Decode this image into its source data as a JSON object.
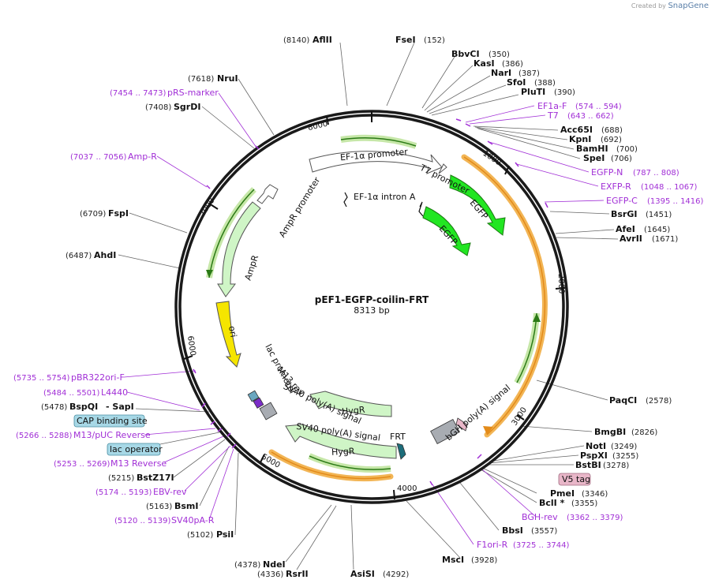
{
  "credit": {
    "prefix": "Created by",
    "brand": "SnapGene"
  },
  "map": {
    "name": "pEF1-EGFP-coilin-FRT",
    "size": "8313 bp"
  },
  "ticks": [
    "1000",
    "2000",
    "3000",
    "4000",
    "5000",
    "6000",
    "7000",
    "8000"
  ],
  "sites": [
    {
      "name": "AflII",
      "pos": "(8140)"
    },
    {
      "name": "FseI",
      "pos": "(152)"
    },
    {
      "name": "BbvCI",
      "pos": "(350)"
    },
    {
      "name": "KasI",
      "pos": "(386)"
    },
    {
      "name": "NarI",
      "pos": "(387)"
    },
    {
      "name": "SfoI",
      "pos": "(388)"
    },
    {
      "name": "PluTI",
      "pos": "(390)"
    },
    {
      "name": "Acc65I",
      "pos": "(688)"
    },
    {
      "name": "KpnI",
      "pos": "(692)"
    },
    {
      "name": "BamHI",
      "pos": "(700)"
    },
    {
      "name": "SpeI",
      "pos": "(706)"
    },
    {
      "name": "BsrGI",
      "pos": "(1451)"
    },
    {
      "name": "AfeI",
      "pos": "(1645)"
    },
    {
      "name": "AvrII",
      "pos": "(1671)"
    },
    {
      "name": "PaqCI",
      "pos": "(2578)"
    },
    {
      "name": "BmgBI",
      "pos": "(2826)"
    },
    {
      "name": "NotI",
      "pos": "(3249)"
    },
    {
      "name": "PspXI",
      "pos": "(3255)"
    },
    {
      "name": "BstBI",
      "pos": "(3278)"
    },
    {
      "name": "PmeI",
      "pos": "(3346)"
    },
    {
      "name": "BclI *",
      "pos": "(3355)"
    },
    {
      "name": "BbsI",
      "pos": "(3557)"
    },
    {
      "name": "MscI",
      "pos": "(3928)"
    },
    {
      "name": "AsiSI",
      "pos": "(4292)"
    },
    {
      "name": "RsrII",
      "pos": "(4336)"
    },
    {
      "name": "NdeI",
      "pos": "(4378)"
    },
    {
      "name": "PsiI",
      "pos": "(5102)"
    },
    {
      "name": "BsmI",
      "pos": "(5163)"
    },
    {
      "name": "BstZ17I",
      "pos": "(5215)"
    },
    {
      "name": "BspQI",
      "pos": "(5478)"
    },
    {
      "name": "- SapI",
      "pos": ""
    },
    {
      "name": "AhdI",
      "pos": "(6487)"
    },
    {
      "name": "FspI",
      "pos": "(6709)"
    },
    {
      "name": "SgrDI",
      "pos": "(7408)"
    },
    {
      "name": "NruI",
      "pos": "(7618)"
    }
  ],
  "primers": [
    {
      "name": "EF1a-F",
      "range": "(574 .. 594)"
    },
    {
      "name": "T7",
      "range": "(643 .. 662)"
    },
    {
      "name": "EGFP-N",
      "range": "(787 .. 808)"
    },
    {
      "name": "EXFP-R",
      "range": "(1048 .. 1067)"
    },
    {
      "name": "EGFP-C",
      "range": "(1395 .. 1416)"
    },
    {
      "name": "BGH-rev",
      "range": "(3362 .. 3379)"
    },
    {
      "name": "F1ori-R",
      "range": "(3725 .. 3744)"
    },
    {
      "name": "SV40pA-R",
      "range": "(5120 .. 5139)"
    },
    {
      "name": "EBV-rev",
      "range": "(5174 .. 5193)"
    },
    {
      "name": "M13 Reverse",
      "range": "(5253 .. 5269)"
    },
    {
      "name": "M13/pUC Reverse",
      "range": "(5266 .. 5288)"
    },
    {
      "name": "L4440",
      "range": "(5484 .. 5501)"
    },
    {
      "name": "pBR322ori-F",
      "range": "(5735 .. 5754)"
    },
    {
      "name": "Amp-R",
      "range": "(7037 .. 7056)"
    },
    {
      "name": "pRS-marker",
      "range": "(7454 .. 7473)"
    }
  ],
  "boxes": {
    "v5": "V5 tag",
    "cap": "CAP binding site",
    "lac": "lac operator"
  },
  "features": {
    "ef1_promoter": "EF-1α promoter",
    "ef1_intron": "EF-1α intron A",
    "t7": "T7 promoter",
    "egfp1": "EGFP",
    "egfp2": "EGFP",
    "ampr_promoter": "AmpR promoter",
    "ampr": "AmpR",
    "ori": "ori",
    "lac": "lac promoter",
    "m13": "M13 rev",
    "sv40": "SV40 poly(A) signal",
    "hygr1": "HygR",
    "hygr2": "HygR",
    "sv40b": "SV40 poly(A) signal",
    "frt": "FRT",
    "bgh": "bGH poly(A) signal"
  },
  "colors": {
    "primer": "#a12fd6",
    "egfp": "#22e622",
    "ori": "#f5e500",
    "ampr": "#cff5c6",
    "orf": "#f2b555",
    "v5": "#e8b6c8",
    "box": "#a7d8e6"
  }
}
